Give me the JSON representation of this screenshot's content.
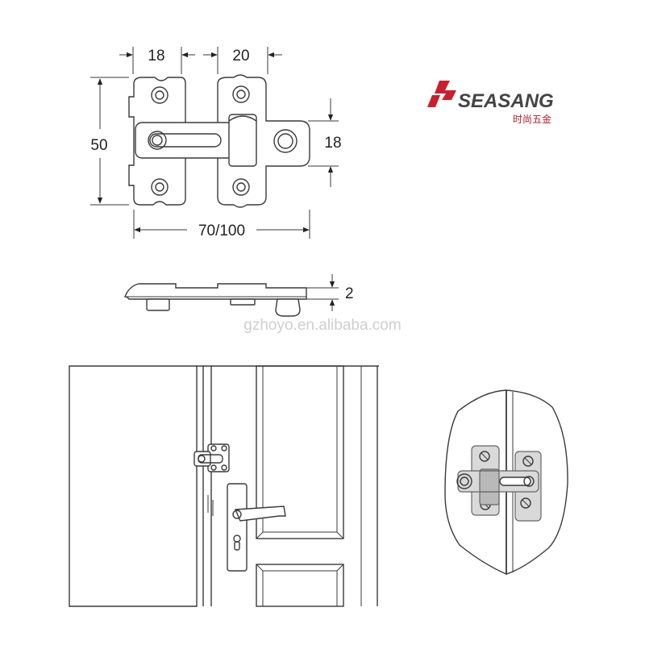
{
  "dimensions": {
    "width_left": "18",
    "width_right": "20",
    "height_total": "50",
    "height_bolt": "18",
    "length": "70/100",
    "thickness": "2"
  },
  "brand": {
    "name": "SEASANG",
    "subtitle": "时尚五金",
    "accent_color": "#c8202e"
  },
  "watermark": "gzhoyo.en.alibaba.com"
}
